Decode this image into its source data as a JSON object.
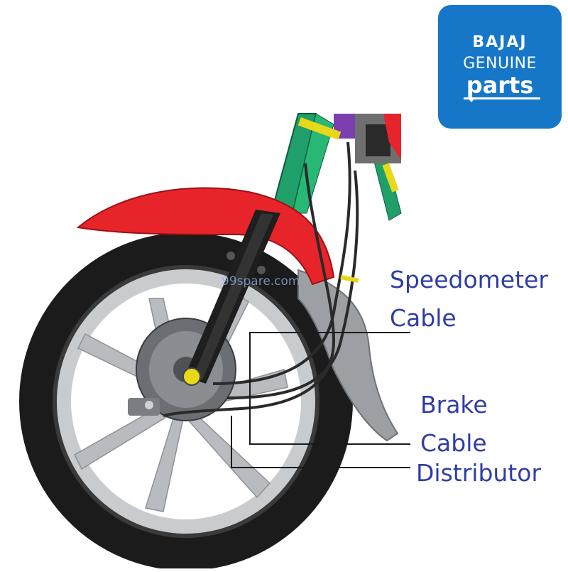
{
  "logo": {
    "brand": "BAJAJ",
    "line2": "GENUINE",
    "line3": "parts",
    "bg_color": "#1677c9"
  },
  "labels": {
    "speedometer_line1": "Speedometer",
    "speedometer_line2": "Cable",
    "brake_line1": "Brake",
    "brake_line2": "Cable",
    "distributor": "Distributor"
  },
  "watermark": "99spare.com",
  "colors": {
    "label": "#2f3da6",
    "fender": "#e8242b",
    "frame": "#1fa06a",
    "tyre": "#1b1b1b",
    "rim": "#c9cccf"
  }
}
